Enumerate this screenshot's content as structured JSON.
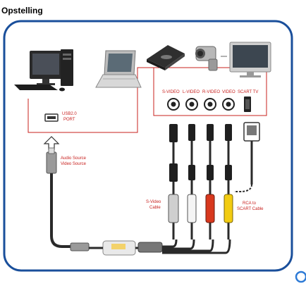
{
  "page": {
    "title": "Opstelling"
  },
  "labels": {
    "port": [
      "USB2.0",
      "PORT"
    ],
    "audio_source": [
      "Audio Source",
      "Video Source"
    ],
    "outputs": [
      "S-VIDEO",
      "L-VIDEO",
      "R-VIDEO",
      "VIDEO",
      "SCART TV"
    ],
    "svideo_cable": [
      "S-Video",
      "Cable"
    ],
    "rca_cable": [
      "RCA to",
      "SCART Cable"
    ]
  },
  "colors": {
    "frame": "#1a4f9b",
    "accent": "#c8201e",
    "cable": "#2a2a2a",
    "plug_grey": "#cfcfcf",
    "plug_red": "#d8381e",
    "plug_yellow": "#f2cc12"
  }
}
